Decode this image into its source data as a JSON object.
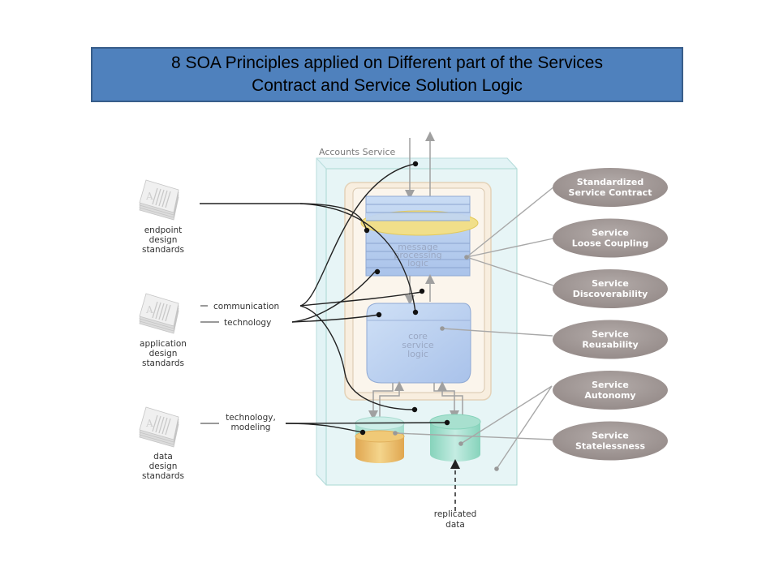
{
  "title": {
    "line1": "8 SOA Principles applied on Different part of the Services",
    "line2": "Contract and Service Solution Logic"
  },
  "service": {
    "name": "Accounts Service",
    "message_logic": [
      "message",
      "processing",
      "logic"
    ],
    "core_logic": [
      "core",
      "service",
      "logic"
    ],
    "replicated_data": [
      "replicated",
      "data"
    ]
  },
  "standards": [
    {
      "icon": "document-stack-icon",
      "lines": [
        "endpoint",
        "design",
        "standards"
      ],
      "connectors": []
    },
    {
      "icon": "document-stack-icon",
      "lines": [
        "application",
        "design",
        "standards"
      ],
      "connectors": [
        "communication",
        "technology"
      ]
    },
    {
      "icon": "document-stack-icon",
      "lines": [
        "data",
        "design",
        "standards"
      ],
      "connectors": [
        "technology,",
        "modeling"
      ]
    }
  ],
  "principles": [
    {
      "lines": [
        "Standardized",
        "Service Contract"
      ]
    },
    {
      "lines": [
        "Service",
        "Loose Coupling"
      ]
    },
    {
      "lines": [
        "Service",
        "Discoverability"
      ]
    },
    {
      "lines": [
        "Service",
        "Reusability"
      ]
    },
    {
      "lines": [
        "Service",
        "Autonomy"
      ]
    },
    {
      "lines": [
        "Service",
        "Statelessness"
      ]
    }
  ],
  "colors": {
    "title_bg": "#4f81bd",
    "title_border": "#385d8a",
    "oval": "#a59c9a",
    "service_box": "#dff1f3",
    "inner_frame": "#f7ecdc",
    "logic_blue": "#b8cfee",
    "contract_yellow": "#f1df8a",
    "db_teal": "#9fdcc9",
    "db_orange": "#eab865"
  }
}
